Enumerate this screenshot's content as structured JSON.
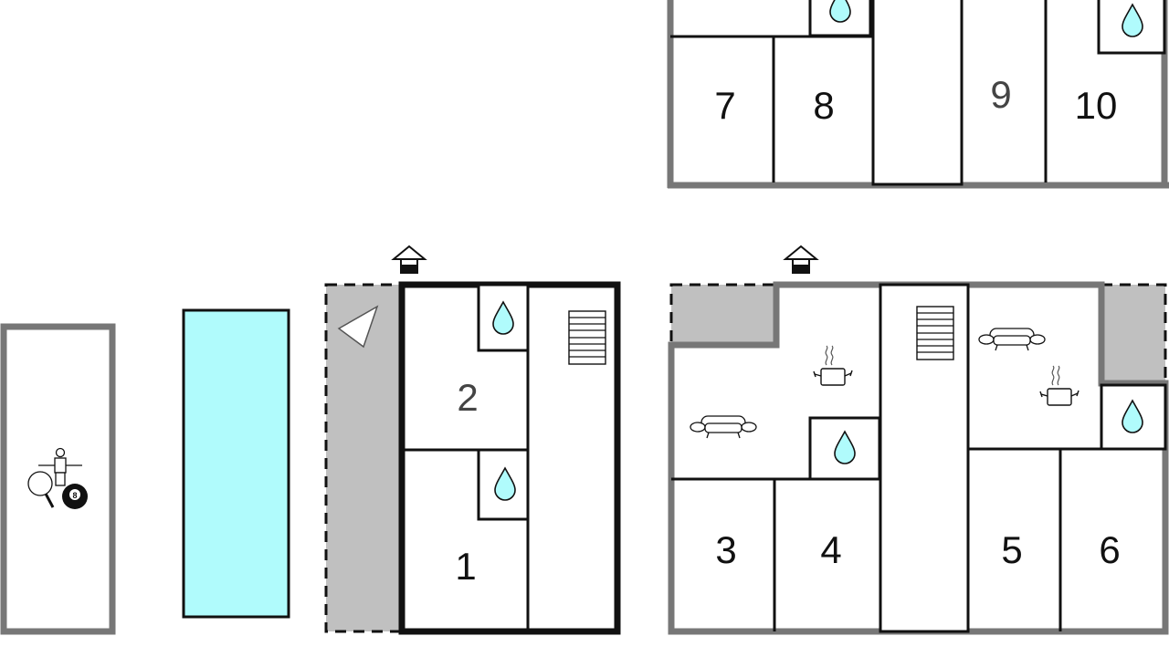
{
  "plan": {
    "colors": {
      "wall": "#777777",
      "bold_wall": "#111111",
      "pool": "#b0fbfc",
      "water": "#b0fbfc",
      "terrace": "#c0c0c0",
      "room": "#ffffff"
    },
    "room_labels": {
      "r1": "1",
      "r2": "2",
      "r3": "3",
      "r4": "4",
      "r5": "5",
      "r6": "6",
      "r7": "7",
      "r8": "8",
      "r9": "9",
      "r10": "10"
    },
    "icons": {
      "game_room": [
        "table-tennis-icon",
        "foosball-icon",
        "billiard-8-ball-icon"
      ],
      "bathroom": "water-drop-icon",
      "kitchen": "cooking-pot-icon",
      "living": "sofa-icon",
      "stairs": "stairs-icon",
      "entrance": "entrance-house-icon",
      "terrace": "terrace-sun-icon"
    },
    "ball_number": "8"
  }
}
